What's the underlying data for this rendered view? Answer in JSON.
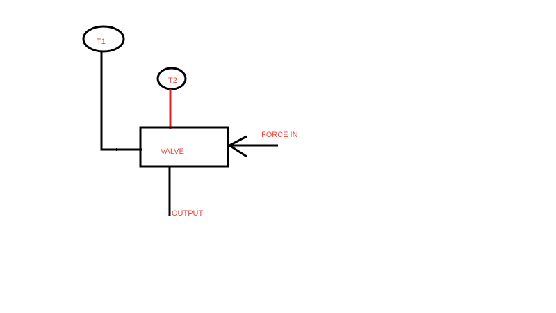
{
  "diagram": {
    "nodes": {
      "t1": {
        "label": "T1"
      },
      "t2": {
        "label": "T2"
      },
      "valve": {
        "label": "VALVE"
      }
    },
    "annotations": {
      "force_in": "FORCE IN",
      "output": "OUTPUT"
    },
    "colors": {
      "stroke": "#000000",
      "text": "#e8453c",
      "t2_line": "#e02020"
    }
  }
}
